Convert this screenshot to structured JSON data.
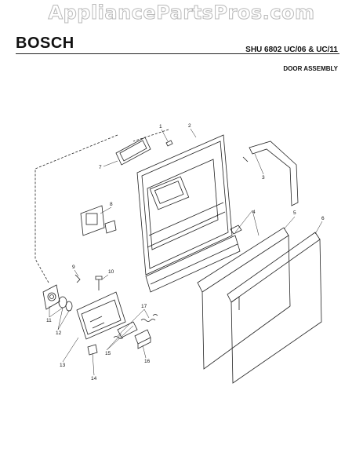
{
  "watermark": "AppliancePartsPros.com",
  "header": {
    "brand": "BOSCH",
    "model": "SHU 6802 UC/06 & UC/11",
    "section": "DOOR ASSEMBLY"
  },
  "callouts": [
    "1",
    "2",
    "3",
    "4",
    "5",
    "6",
    "7",
    "8",
    "9",
    "10",
    "11",
    "12",
    "13",
    "14",
    "15",
    "16",
    "17"
  ]
}
